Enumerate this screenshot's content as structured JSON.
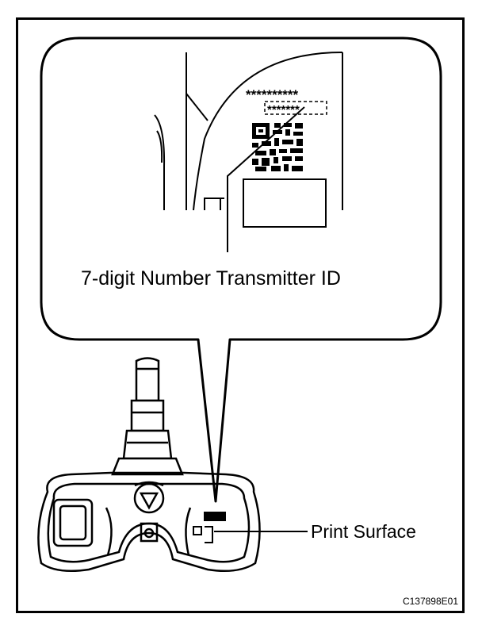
{
  "labels": {
    "callout": "7-digit Number Transmitter ID",
    "print_surface": "Print Surface",
    "figure_code": "C137898E01"
  },
  "label_code": {
    "top_line": "**********",
    "bottom_line": "*******"
  },
  "colors": {
    "ink": "#000000",
    "background": "#ffffff"
  },
  "icons": {
    "qr": "qr-code-icon",
    "valve": "valve-stem-icon",
    "sensor": "tpms-sensor-icon"
  }
}
